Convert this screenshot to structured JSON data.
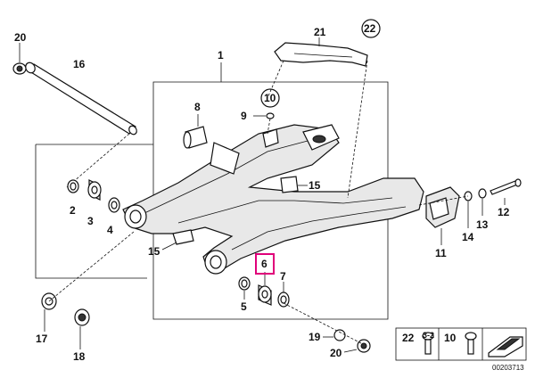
{
  "parts": {
    "p1": "1",
    "p2": "2",
    "p3": "3",
    "p4": "4",
    "p5": "5",
    "p6": "6",
    "p7": "7",
    "p8": "8",
    "p9": "9",
    "p10": "10",
    "p11": "11",
    "p12": "12",
    "p13": "13",
    "p14": "14",
    "p15a": "15",
    "p15b": "15",
    "p16": "16",
    "p17": "17",
    "p18": "18",
    "p19": "19",
    "p20a": "20",
    "p20b": "20",
    "p21": "21",
    "p22": "22"
  },
  "highlight": {
    "part": "6",
    "color": "#e0007a"
  },
  "legend": {
    "item_a": "22",
    "item_a_tag": "3-2",
    "item_b": "10"
  },
  "diagram_code": "00203713"
}
